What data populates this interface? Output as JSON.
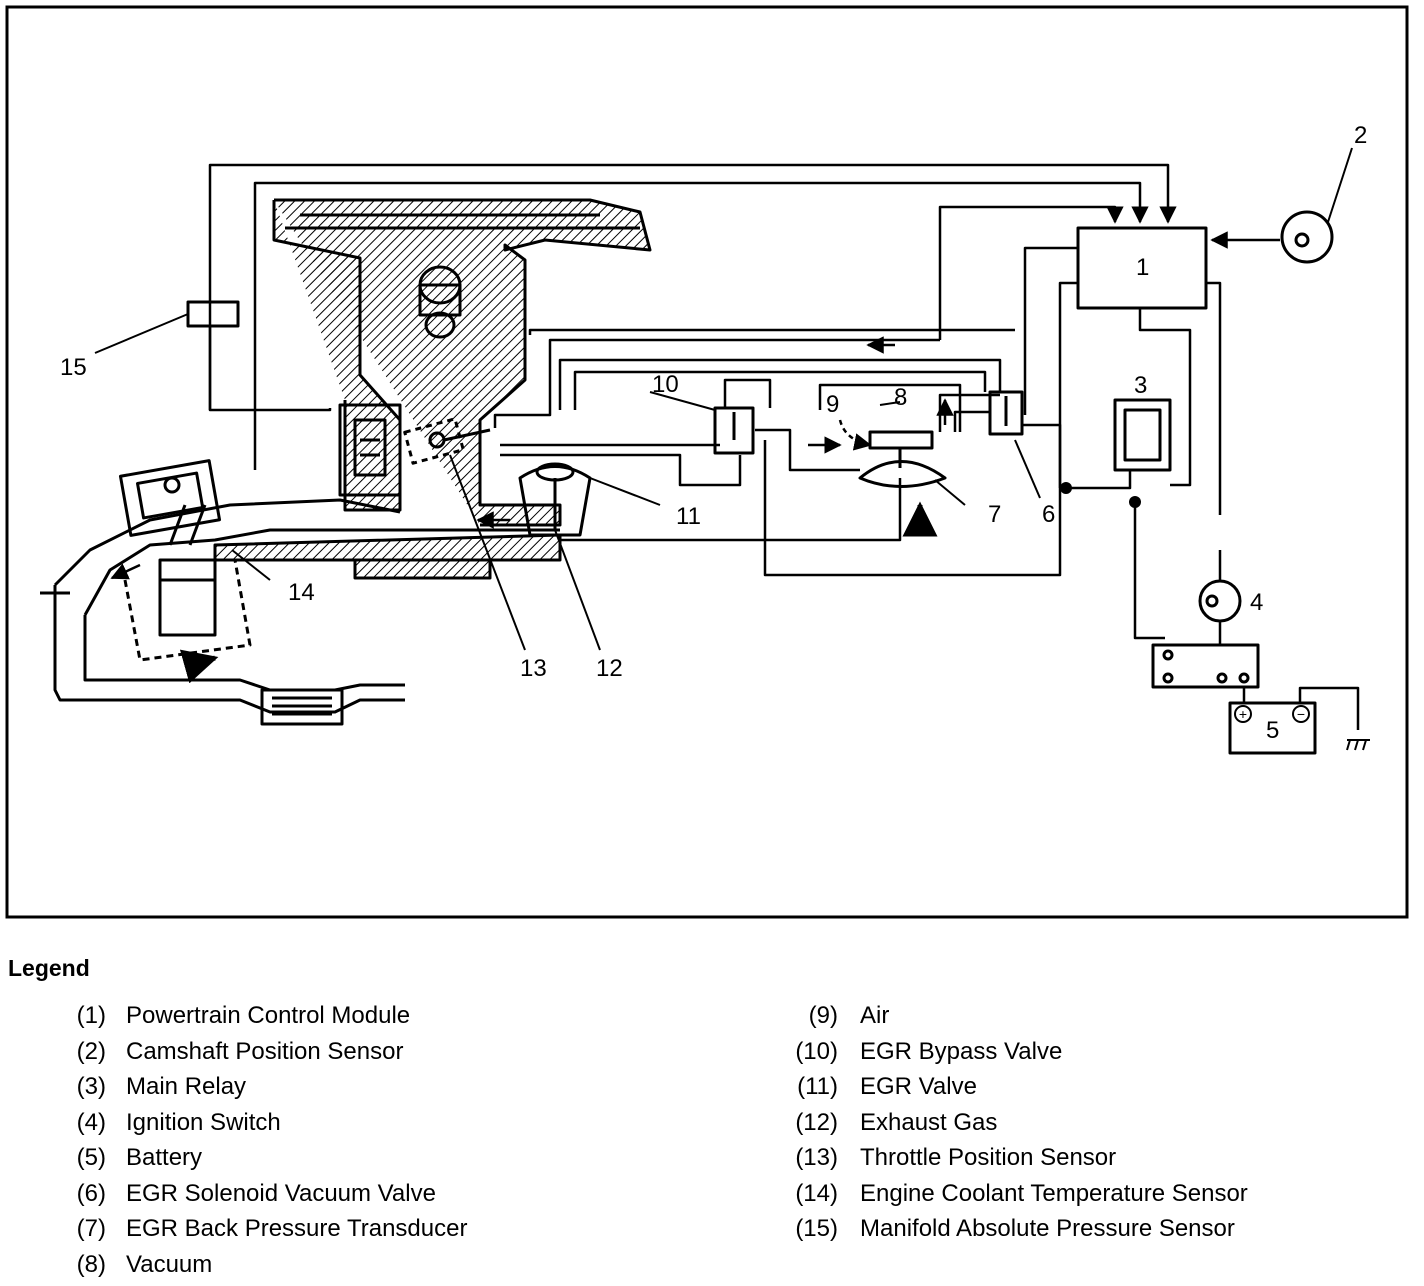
{
  "diagram": {
    "callouts": [
      "1",
      "2",
      "3",
      "4",
      "5",
      "6",
      "7",
      "8",
      "9",
      "10",
      "11",
      "12",
      "13",
      "14",
      "15"
    ],
    "battery_plus": "+",
    "battery_minus": "−",
    "ground_symbol": "ground-symbol"
  },
  "legend": {
    "title": "Legend",
    "left": [
      {
        "num": "(1)",
        "label": "Powertrain Control Module"
      },
      {
        "num": "(2)",
        "label": "Camshaft Position Sensor"
      },
      {
        "num": "(3)",
        "label": "Main Relay"
      },
      {
        "num": "(4)",
        "label": "Ignition Switch"
      },
      {
        "num": "(5)",
        "label": "Battery"
      },
      {
        "num": "(6)",
        "label": "EGR Solenoid Vacuum Valve"
      },
      {
        "num": "(7)",
        "label": "EGR Back Pressure Transducer"
      },
      {
        "num": "(8)",
        "label": "Vacuum"
      }
    ],
    "right": [
      {
        "num": "(9)",
        "label": "Air"
      },
      {
        "num": "(10)",
        "label": "EGR Bypass Valve"
      },
      {
        "num": "(11)",
        "label": "EGR Valve"
      },
      {
        "num": "(12)",
        "label": "Exhaust Gas"
      },
      {
        "num": "(13)",
        "label": "Throttle Position Sensor"
      },
      {
        "num": "(14)",
        "label": "Engine Coolant Temperature Sensor"
      },
      {
        "num": "(15)",
        "label": "Manifold Absolute Pressure Sensor"
      }
    ]
  }
}
